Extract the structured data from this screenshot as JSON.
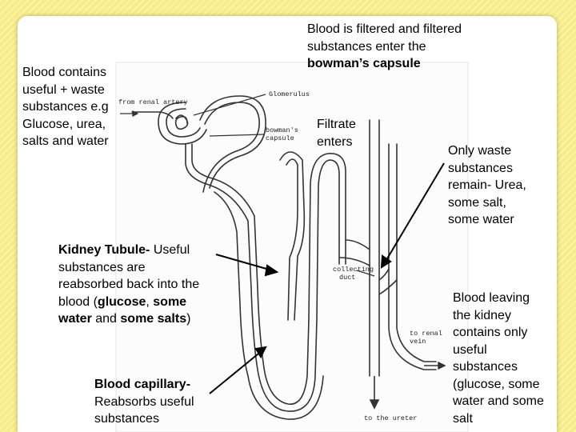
{
  "labels": {
    "blood_contains": [
      "Blood contains",
      "useful + waste",
      "substances e.g",
      "Glucose, urea,",
      "salts and water"
    ],
    "filtered": [
      "Blood is filtered and filtered",
      "substances enter the"
    ],
    "filtered_bold": "bowman’s capsule",
    "filtrate": [
      "Filtrate",
      "enters"
    ],
    "only_waste": [
      "Only waste",
      "substances",
      "remain- Urea,",
      "some salt,",
      "some water"
    ],
    "tubule": {
      "bold": "Kidney Tubule-",
      "rest": " Useful",
      "lines": [
        "substances are",
        "reabsorbed back into the"
      ],
      "l4_a": "blood (",
      "l4_b": "glucose",
      "l4_c": ", ",
      "l4_d": "some",
      "l5_a": "water",
      "l5_b": " and ",
      "l5_c": "some salts",
      "l5_d": ")"
    },
    "capillary": {
      "bold": "Blood capillary-",
      "lines": [
        "Reabsorbs useful",
        "substances"
      ]
    },
    "leaving": [
      "Blood leaving",
      "the kidney",
      "contains only",
      "useful",
      "substances",
      "(glucose, some",
      "water and some",
      "salt"
    ]
  },
  "diagram_labels": {
    "renal_artery": "from renal artery",
    "glomerulus": "Glomerulus",
    "bowmans": [
      "bowman's",
      "capsule"
    ],
    "collecting": [
      "collecting",
      "duct"
    ],
    "renal_vein": [
      "to renal",
      "vein"
    ],
    "ureter": "to the ureter"
  },
  "colors": {
    "background": "#f7ec86",
    "panel": "#ffffff",
    "text": "#000000"
  }
}
